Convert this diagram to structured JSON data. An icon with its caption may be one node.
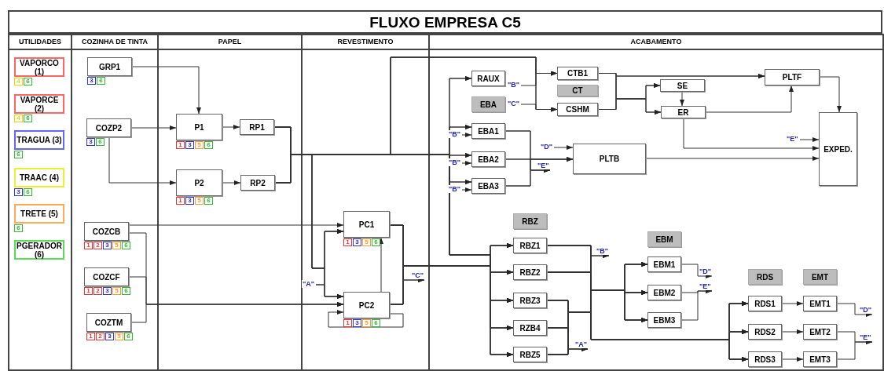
{
  "diagram": {
    "title": "FLUXO EMPRESA C5",
    "nodes": [
      {
        "text": [
          "UTILIDADES"
        ]
      },
      {
        "text": [
          "VAPORCO (1)"
        ],
        "in": 0,
        "beside": [
          "4",
          "6"
        ]
      },
      {
        "text": [
          "VAPORCE (2)"
        ],
        "in": 0,
        "beside": [
          "4",
          "6"
        ]
      },
      {
        "text": [
          "TRAGUA (3)"
        ],
        "in": 0,
        "beside": [
          "6"
        ]
      },
      {
        "text": [
          "TRAAC (4)"
        ],
        "in": 0,
        "beside": [
          "3",
          "6"
        ]
      },
      {
        "text": [
          "TRETE (5)"
        ],
        "in": 0,
        "beside": [
          "6"
        ]
      },
      {
        "text": [
          "PGERADOR (6)"
        ],
        "in": 0
      },
      {
        "text": [
          "COZINHA DE TINTA"
        ]
      },
      {
        "text": [
          "GRP1"
        ],
        "in": 7,
        "beside": [
          "3",
          "6"
        ]
      },
      {
        "text": [
          "COZP2"
        ],
        "in": 7,
        "beside": [
          "3",
          "6"
        ]
      },
      {
        "text": [
          "COZCB"
        ],
        "in": 7,
        "beside": [
          "1",
          "2",
          "3",
          "5",
          "6"
        ]
      },
      {
        "text": [
          "COZCF"
        ],
        "in": 7,
        "beside": [
          "1",
          "2",
          "3",
          "5",
          "6"
        ]
      },
      {
        "text": [
          "COZTM"
        ],
        "in": 7,
        "beside": [
          "1",
          "2",
          "3",
          "5",
          "6"
        ]
      },
      {
        "text": [
          "PAPEL"
        ]
      },
      {
        "text": [
          "P1"
        ],
        "in": 13,
        "beside": [
          "1",
          "3",
          "5",
          "6"
        ]
      },
      {
        "text": [
          "RP1"
        ],
        "in": 13
      },
      {
        "text": [
          "P2"
        ],
        "in": 13,
        "beside": [
          "1",
          "3",
          "5",
          "6"
        ]
      },
      {
        "text": [
          "RP2"
        ],
        "in": 13
      },
      {
        "text": [
          "REVESTIMENTO"
        ]
      },
      {
        "text": [
          "PC1"
        ],
        "in": 18,
        "beside": [
          "1",
          "3",
          "5",
          "6"
        ]
      },
      {
        "text": [
          "PC2"
        ],
        "in": 18,
        "beside": [
          "1",
          "3",
          "5",
          "6"
        ]
      },
      {
        "text": [
          "ACABAMENTO"
        ]
      },
      {
        "text": [
          "RAUX"
        ],
        "in": 21
      },
      {
        "text": [
          "EBA"
        ],
        "in": 21
      },
      {
        "text": [
          "EBA1"
        ],
        "in": 21
      },
      {
        "text": [
          "EBA2"
        ],
        "in": 21
      },
      {
        "text": [
          "EBA3"
        ],
        "in": 21
      },
      {
        "text": [
          "CTB1"
        ],
        "in": 21
      },
      {
        "text": [
          "CT"
        ],
        "in": 21
      },
      {
        "text": [
          "CSHM"
        ],
        "in": 21
      },
      {
        "text": [
          "SE"
        ],
        "in": 21
      },
      {
        "text": [
          "ER"
        ],
        "in": 21
      },
      {
        "text": [
          "PLTF"
        ],
        "in": 21
      },
      {
        "text": [
          "PLTB"
        ],
        "in": 21
      },
      {
        "text": [
          "EXPED."
        ],
        "in": 21
      },
      {
        "text": [
          "RBZ"
        ],
        "in": 21
      },
      {
        "text": [
          "RBZ1"
        ],
        "in": 21
      },
      {
        "text": [
          "RBZ2"
        ],
        "in": 21
      },
      {
        "text": [
          "RBZ3"
        ],
        "in": 21
      },
      {
        "text": [
          "RZB4"
        ],
        "in": 21
      },
      {
        "text": [
          "RBZ5"
        ],
        "in": 21
      },
      {
        "text": [
          "EBM"
        ],
        "in": 21
      },
      {
        "text": [
          "EBM1"
        ],
        "in": 21
      },
      {
        "text": [
          "EBM2"
        ],
        "in": 21
      },
      {
        "text": [
          "EBM3"
        ],
        "in": 21
      },
      {
        "text": [
          "RDS"
        ],
        "in": 21
      },
      {
        "text": [
          "EMT"
        ],
        "in": 21
      },
      {
        "text": [
          "RDS1"
        ],
        "in": 21
      },
      {
        "text": [
          "RDS2"
        ],
        "in": 21
      },
      {
        "text": [
          "RDS3"
        ],
        "in": 21
      },
      {
        "text": [
          "EMT1"
        ],
        "in": 21
      },
      {
        "text": [
          "EMT2"
        ],
        "in": 21
      },
      {
        "text": [
          "EMT3"
        ],
        "in": 21
      }
    ],
    "edges": [
      {
        "from": 8,
        "to": 14,
        "arrow": "to"
      },
      {
        "from": 9,
        "to": 14,
        "arrow": "to"
      },
      {
        "from": 9,
        "to": 16,
        "arrow": "to"
      },
      {
        "from": 14,
        "to": 15,
        "arrow": "to"
      },
      {
        "from": 16,
        "to": 17,
        "arrow": "to"
      },
      {
        "from": 15,
        "to": 22,
        "arrow": "to"
      },
      {
        "from": 17,
        "to": 22,
        "arrow": "to"
      },
      {
        "from": 15,
        "to": 24,
        "arrow": "to"
      },
      {
        "from": 17,
        "to": 24,
        "arrow": "to"
      },
      {
        "from": 15,
        "to": 25,
        "arrow": "to"
      },
      {
        "from": 17,
        "to": 25,
        "arrow": "to"
      },
      {
        "from": 15,
        "to": 26,
        "arrow": "to"
      },
      {
        "from": 17,
        "to": 26,
        "arrow": "to"
      },
      {
        "from": 15,
        "to": 27,
        "arrow": "to"
      },
      {
        "from": 17,
        "to": 27,
        "arrow": "to"
      },
      {
        "from": 15,
        "to": 29,
        "arrow": "to"
      },
      {
        "from": 17,
        "to": 29,
        "arrow": "to"
      },
      {
        "from": 15,
        "to": 19,
        "arrow": "to"
      },
      {
        "from": 17,
        "to": 19,
        "arrow": "to"
      },
      {
        "from": 15,
        "to": 20,
        "arrow": "to"
      },
      {
        "from": 17,
        "to": 20,
        "arrow": "to"
      },
      {
        "from": 15,
        "to": 36,
        "arrow": "to"
      },
      {
        "from": 17,
        "to": 36,
        "arrow": "to"
      },
      {
        "from": 15,
        "to": 37,
        "arrow": "to"
      },
      {
        "from": 17,
        "to": 37,
        "arrow": "to"
      },
      {
        "from": 15,
        "to": 38,
        "arrow": "to"
      },
      {
        "from": 17,
        "to": 38,
        "arrow": "to"
      },
      {
        "from": 15,
        "to": 39,
        "arrow": "to"
      },
      {
        "from": 17,
        "to": 39,
        "arrow": "to"
      },
      {
        "from": 15,
        "to": 40,
        "arrow": "to"
      },
      {
        "from": 17,
        "to": 40,
        "arrow": "to"
      },
      {
        "from": 10,
        "to": 19,
        "arrow": "to"
      },
      {
        "from": 10,
        "to": 20,
        "arrow": "to"
      },
      {
        "from": 11,
        "to": 20,
        "arrow": "to"
      },
      {
        "from": 12,
        "to": 20,
        "arrow": "to"
      },
      {
        "from": null,
        "to": 19,
        "arrow": "to",
        "label": "\"A\""
      },
      {
        "from": null,
        "to": 20,
        "arrow": "to"
      },
      {
        "from": 20,
        "to": 19,
        "arrow": "to"
      },
      {
        "from": 20,
        "to": 20,
        "arrow": "to"
      },
      {
        "from": 19,
        "to": null,
        "arrow": "to"
      },
      {
        "from": 20,
        "to": null,
        "arrow": "to",
        "label": "\"C\""
      },
      {
        "from": 19,
        "to": 36,
        "arrow": "to"
      },
      {
        "from": 20,
        "to": 36,
        "arrow": "to"
      },
      {
        "from": 19,
        "to": 37,
        "arrow": "to"
      },
      {
        "from": 20,
        "to": 37,
        "arrow": "to"
      },
      {
        "from": 19,
        "to": 38,
        "arrow": "to"
      },
      {
        "from": 20,
        "to": 38,
        "arrow": "to"
      },
      {
        "from": 19,
        "to": 39,
        "arrow": "to"
      },
      {
        "from": 20,
        "to": 39,
        "arrow": "to"
      },
      {
        "from": 19,
        "to": 40,
        "arrow": "to"
      },
      {
        "from": 20,
        "to": 40,
        "arrow": "to"
      },
      {
        "from": null,
        "to": 27,
        "arrow": "to",
        "label": "\"B\""
      },
      {
        "from": null,
        "to": 29,
        "arrow": "to",
        "label": "\"C\""
      },
      {
        "from": 27,
        "to": 32,
        "arrow": "to"
      },
      {
        "from": 29,
        "to": 32,
        "arrow": "to"
      },
      {
        "from": 27,
        "to": 30,
        "arrow": "to"
      },
      {
        "from": 29,
        "to": 30,
        "arrow": "to"
      },
      {
        "from": 27,
        "to": 31,
        "arrow": "to"
      },
      {
        "from": 29,
        "to": 31,
        "arrow": "to"
      },
      {
        "from": 30,
        "to": 31,
        "arrow": "to"
      },
      {
        "from": 31,
        "to": 32,
        "arrow": "to"
      },
      {
        "from": 31,
        "to": 34,
        "arrow": "to"
      },
      {
        "from": 32,
        "to": 34,
        "arrow": "to"
      },
      {
        "from": null,
        "to": 24,
        "arrow": "to",
        "label": "\"B\""
      },
      {
        "from": null,
        "to": 25,
        "arrow": "to",
        "label": "\"B\""
      },
      {
        "from": null,
        "to": 26,
        "arrow": "to",
        "label": "\"B\""
      },
      {
        "from": 24,
        "to": 33,
        "arrow": "to"
      },
      {
        "from": 25,
        "to": 33,
        "arrow": "to"
      },
      {
        "from": 26,
        "to": 33,
        "arrow": "to"
      },
      {
        "from": 24,
        "to": null,
        "arrow": "to"
      },
      {
        "from": 25,
        "to": null,
        "arrow": "to"
      },
      {
        "from": 26,
        "to": null,
        "arrow": "to",
        "label": "\"E\""
      },
      {
        "from": null,
        "to": 33,
        "arrow": "to",
        "label": "\"D\""
      },
      {
        "from": 33,
        "to": 34,
        "arrow": "to"
      },
      {
        "from": null,
        "to": 34,
        "arrow": "to",
        "label": "\"E\""
      },
      {
        "from": 36,
        "to": null,
        "arrow": "to",
        "label": "\"B\""
      },
      {
        "from": 37,
        "to": null,
        "arrow": "to"
      },
      {
        "from": 36,
        "to": 42,
        "arrow": "to"
      },
      {
        "from": 37,
        "to": 42,
        "arrow": "to"
      },
      {
        "from": 38,
        "to": 42,
        "arrow": "to"
      },
      {
        "from": 39,
        "to": 42,
        "arrow": "to"
      },
      {
        "from": 40,
        "to": 42,
        "arrow": "to"
      },
      {
        "from": 36,
        "to": 43,
        "arrow": "to"
      },
      {
        "from": 37,
        "to": 43,
        "arrow": "to"
      },
      {
        "from": 38,
        "to": 43,
        "arrow": "to"
      },
      {
        "from": 39,
        "to": 43,
        "arrow": "to"
      },
      {
        "from": 40,
        "to": 43,
        "arrow": "to"
      },
      {
        "from": 36,
        "to": 44,
        "arrow": "to"
      },
      {
        "from": 37,
        "to": 44,
        "arrow": "to"
      },
      {
        "from": 38,
        "to": 44,
        "arrow": "to"
      },
      {
        "from": 39,
        "to": 44,
        "arrow": "to"
      },
      {
        "from": 40,
        "to": 44,
        "arrow": "to"
      },
      {
        "from": 36,
        "to": 47,
        "arrow": "to"
      },
      {
        "from": 37,
        "to": 47,
        "arrow": "to"
      },
      {
        "from": 38,
        "to": 47,
        "arrow": "to"
      },
      {
        "from": 39,
        "to": 47,
        "arrow": "to"
      },
      {
        "from": 40,
        "to": 47,
        "arrow": "to"
      },
      {
        "from": 36,
        "to": 48,
        "arrow": "to"
      },
      {
        "from": 37,
        "to": 48,
        "arrow": "to"
      },
      {
        "from": 38,
        "to": 48,
        "arrow": "to"
      },
      {
        "from": 39,
        "to": 48,
        "arrow": "to"
      },
      {
        "from": 40,
        "to": 48,
        "arrow": "to"
      },
      {
        "from": 36,
        "to": 49,
        "arrow": "to"
      },
      {
        "from": 37,
        "to": 49,
        "arrow": "to"
      },
      {
        "from": 38,
        "to": 49,
        "arrow": "to"
      },
      {
        "from": 39,
        "to": 49,
        "arrow": "to"
      },
      {
        "from": 40,
        "to": 49,
        "arrow": "to"
      },
      {
        "from": 38,
        "to": null,
        "arrow": "to"
      },
      {
        "from": 39,
        "to": null,
        "arrow": "to"
      },
      {
        "from": 40,
        "to": null,
        "arrow": "to",
        "label": "\"A\""
      },
      {
        "from": 42,
        "to": null,
        "arrow": "to",
        "label": "\"D\""
      },
      {
        "from": 43,
        "to": null,
        "arrow": "to",
        "label": "\"E\""
      },
      {
        "from": 44,
        "to": null,
        "arrow": "to"
      },
      {
        "from": 47,
        "to": 50,
        "arrow": "to"
      },
      {
        "from": 48,
        "to": 51,
        "arrow": "to"
      },
      {
        "from": 49,
        "to": 52,
        "arrow": "to"
      },
      {
        "from": 50,
        "to": null,
        "arrow": "to",
        "label": "\"D\""
      },
      {
        "from": 51,
        "to": null,
        "arrow": "to",
        "label": "\"E\""
      },
      {
        "from": 52,
        "to": null,
        "arrow": "to"
      }
    ]
  }
}
